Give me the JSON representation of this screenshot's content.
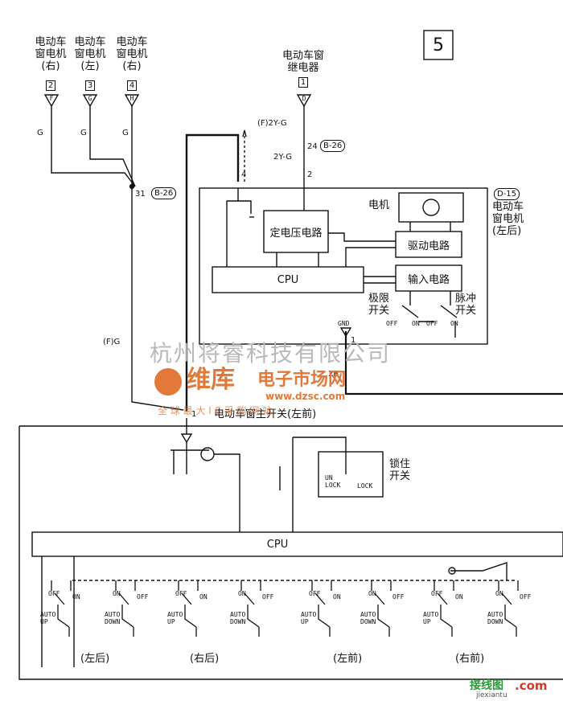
{
  "page_number": "5",
  "connectors": {
    "right_motor": {
      "label": "电动车\n窗电机\n(右)",
      "pin": "2",
      "terminal": "F",
      "wire": "G"
    },
    "left_motor": {
      "label": "电动车\n窗电机\n(左)",
      "pin": "3",
      "terminal": "G",
      "wire": "G"
    },
    "right_motor2": {
      "label": "电动车\n窗电机\n(右)",
      "pin": "4",
      "terminal": "H",
      "wire": "G"
    },
    "relay": {
      "label": "电动车窗\n继电器",
      "pin": "1",
      "terminal": "D"
    }
  },
  "wires": {
    "relay_top": "(F)2Y-G",
    "relay_mid": "2Y-G",
    "splice_24": "24",
    "ref_b26": "B-26",
    "splice_31": "31",
    "ref_b26_2": "B-26",
    "fg": "(F)G",
    "pin_4": "4",
    "pin_2": "2",
    "pin_1a": "1",
    "pin_1b": "1",
    "pin_2b": "2B",
    "gnd": "GND"
  },
  "motor_unit": {
    "ref": "D-15",
    "name": "电动车\n窗电机\n(左后)",
    "motor_label": "电机",
    "const_voltage": "定电压电路",
    "drive": "驱动电路",
    "cpu": "CPU",
    "input": "输入电路",
    "limit_switch": "极限\n开关",
    "pulse_switch": "脉冲\n开关",
    "off": "OFF",
    "on": "ON"
  },
  "main_switch": {
    "name": "电动车窗主开关(左前)",
    "lock_label": "锁住\n开关",
    "unlock": "UN\nLOCK",
    "lock": "LOCK",
    "cpu": "CPU",
    "positions": [
      "(左后)",
      "(右后)",
      "(左前)",
      "(右前)"
    ],
    "sw_off": "OFF",
    "sw_on": "ON",
    "auto_up": "AUTO\nUP",
    "auto_down": "AUTO\nDOWN"
  },
  "watermarks": {
    "company": "杭州将睿科技有限公司",
    "brand": "维库",
    "brand2": "电子市场网",
    "url": "www.dzsc.com",
    "slogan": "全 球 最 大 I C 采 购 网 站",
    "footer": "接线图",
    "footer_url": "jiexiantu",
    "footer_com": ".com"
  }
}
